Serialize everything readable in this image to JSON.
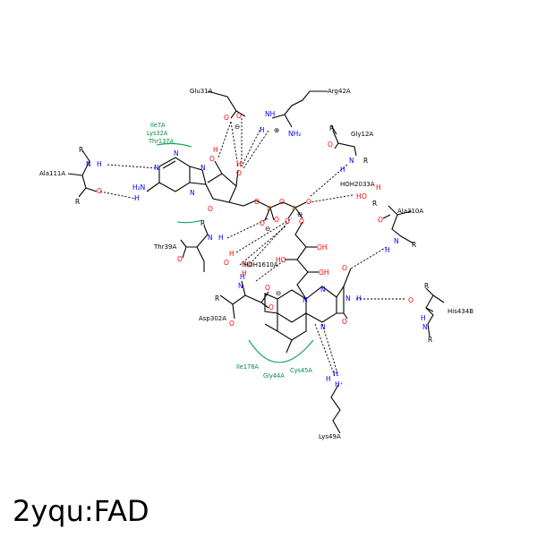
{
  "title": "2yqu:FAD",
  "colors": {
    "bond": "#000000",
    "nitrogen": "#0000ff",
    "oxygen": "#ff0000",
    "phosphorus": "#c87000",
    "hydrophobic": "#00a050"
  },
  "residues": {
    "glu31": "Glu31A",
    "arg42": "Arg42A",
    "gly12": "Gly12A",
    "ala111": "Ala111A",
    "hoh2033": "HOH2033A",
    "ala310": "Ala310A",
    "thr39": "Thr39A",
    "hoh1610": "HOH1610A",
    "his434": "His434B",
    "asp302": "Asp302A",
    "lys49": "Lys49A"
  },
  "hydrophobic_labels": {
    "ile7": "Ile7A",
    "lys32": "Lys32A",
    "thr137": "Thr137A",
    "ile178": "Ile178A",
    "gly44": "Gly44A",
    "cys45": "Cys45A"
  },
  "atoms": {
    "N": "N",
    "H": "H",
    "O": "O",
    "P": "P",
    "R": "R",
    "NH": "NH",
    "HO": "HO",
    "OH": "OH",
    "NH2": "NH₂",
    "H2N": "H₂N",
    "minus": "⊖",
    "plus": "⊕",
    "Hplus": "H⁺"
  }
}
